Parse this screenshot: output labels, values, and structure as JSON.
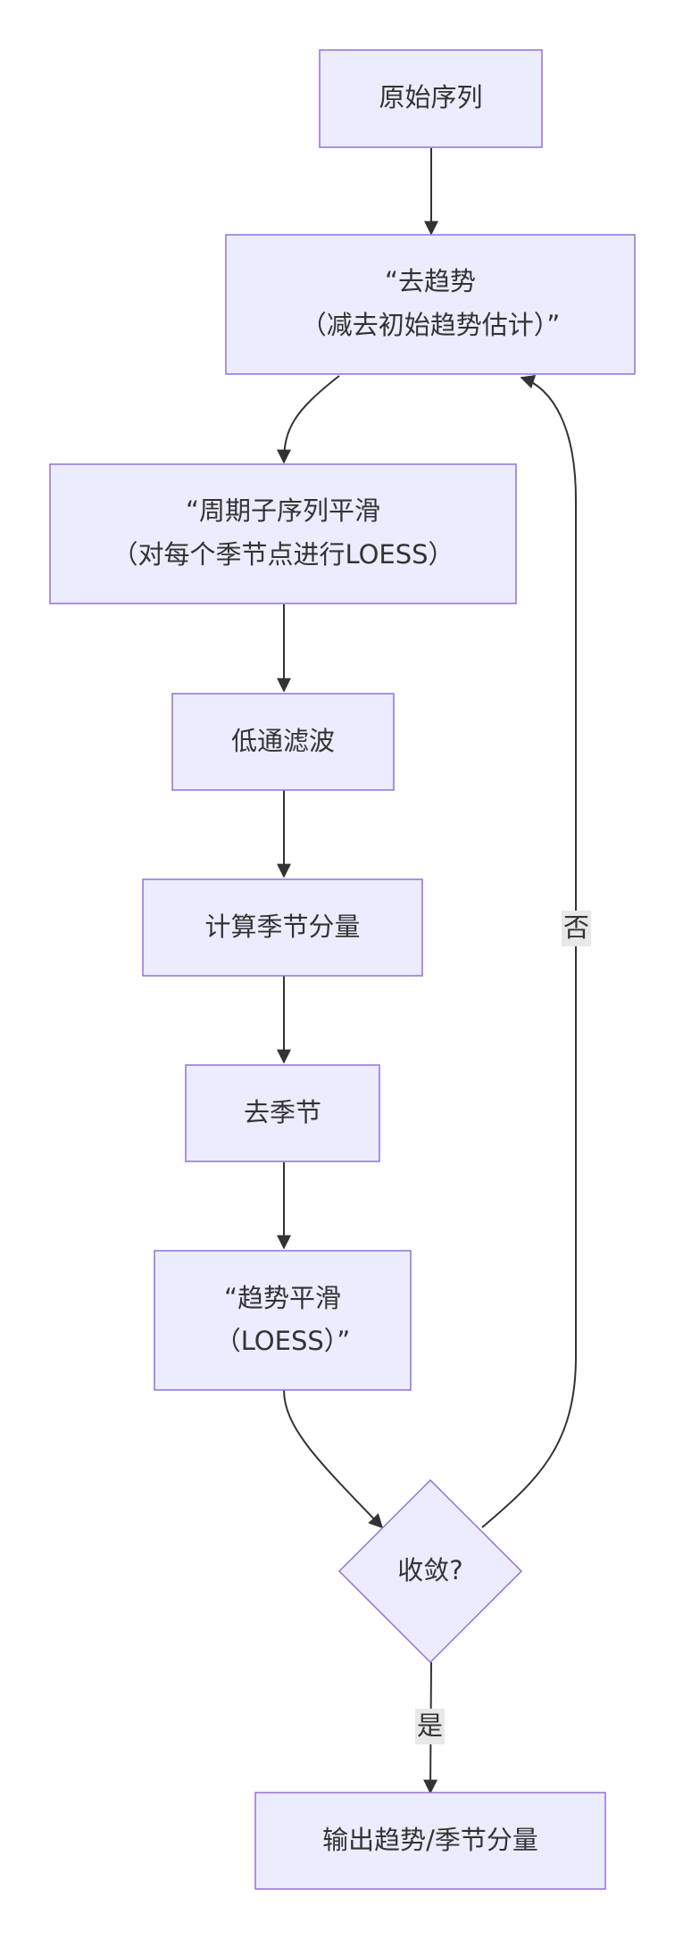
{
  "nodes": {
    "original": {
      "label": "原始序列"
    },
    "detrend": {
      "line1": "“去趋势",
      "line2": "（减去初始趋势估计）”"
    },
    "cycle_smooth": {
      "line1": "“周期子序列平滑",
      "line2": "（对每个季节点进行LOESS）"
    },
    "lowpass": {
      "label": "低通滤波"
    },
    "calc_seasonal": {
      "label": "计算季节分量"
    },
    "deseason": {
      "label": "去季节"
    },
    "trend_smooth": {
      "line1": "“趋势平滑",
      "line2": "（LOESS）”"
    },
    "converge": {
      "label": "收敛?"
    },
    "output": {
      "label": "输出趋势/季节分量"
    }
  },
  "edges": {
    "no_label": "否",
    "yes_label": "是"
  },
  "colors": {
    "node_fill": "#ECECFF",
    "node_stroke": "#9370DB",
    "edge": "#333333",
    "label_bg": "#E8E8E8"
  }
}
